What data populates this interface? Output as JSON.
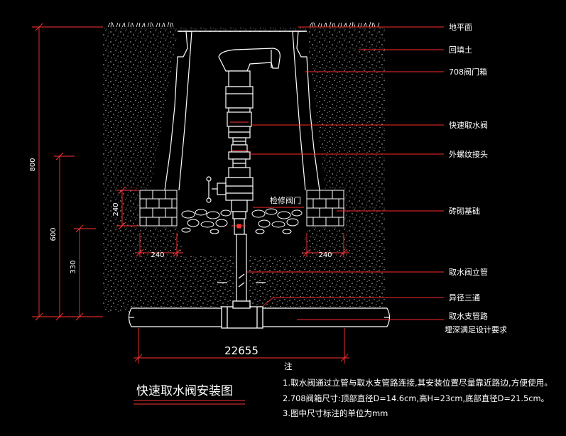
{
  "colors": {
    "background": "#000000",
    "line": "#ffffff",
    "leader": "#ff2a2a",
    "dimension": "#ff3333",
    "soil_dots": "#d8d8d8"
  },
  "labels": {
    "ground": "地平面",
    "backfill": "回填土",
    "valve_box": "708阀门箱",
    "quick_valve": "快速取水阀",
    "male_thread": "外螺纹接头",
    "inspect_valve": "检修阀门",
    "brick_base": "砖砌基础",
    "riser": "取水阀立管",
    "reducer_tee": "异径三通",
    "branch_pipe_1": "取水支管路",
    "branch_pipe_2": "埋深满足设计要求"
  },
  "dimensions": {
    "d800": "800",
    "d600": "600",
    "d330": "330",
    "d240_vertical": "240",
    "d240_left": "240",
    "d240_right": "240",
    "width_total": "22655"
  },
  "title": "快速取水阀安装图",
  "notes": {
    "heading": "注",
    "items": [
      "1.取水阀通过立管与取水支管路连接,其安装位置尽量靠近路边,方便使用。",
      "2.708阀箱尺寸:顶部直径D=14.6cm,高H=23cm,底部直径D=21.5cm。",
      "3.图中尺寸标注的单位为mm"
    ]
  }
}
